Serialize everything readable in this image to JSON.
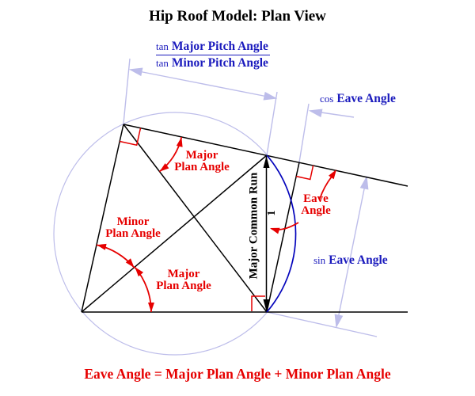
{
  "title": "Hip Roof Model: Plan View",
  "fraction": {
    "numerator_prefix": "tan",
    "numerator": "Major Pitch Angle",
    "denominator_prefix": "tan",
    "denominator": "Minor Pitch Angle"
  },
  "labels": {
    "cos": {
      "prefix": "cos",
      "text": "Eave Angle"
    },
    "sin": {
      "prefix": "sin",
      "text": "Eave Angle"
    },
    "major_plan_top": {
      "line1": "Major",
      "line2": "Plan Angle"
    },
    "minor_plan": {
      "line1": "Minor",
      "line2": "Plan Angle"
    },
    "major_plan_bottom": {
      "line1": "Major",
      "line2": "Plan Angle"
    },
    "eave_angle": {
      "line1": "Eave",
      "line2": "Angle"
    },
    "run": "Major Common Run",
    "run_value": "1"
  },
  "formula": "Eave Angle = Major Plan Angle + Minor Plan Angle",
  "colors": {
    "black": "#000000",
    "red": "#e60000",
    "blue_text": "#1a1abd",
    "lavender": "#bdbdea",
    "arc_blue": "#0000bb"
  }
}
